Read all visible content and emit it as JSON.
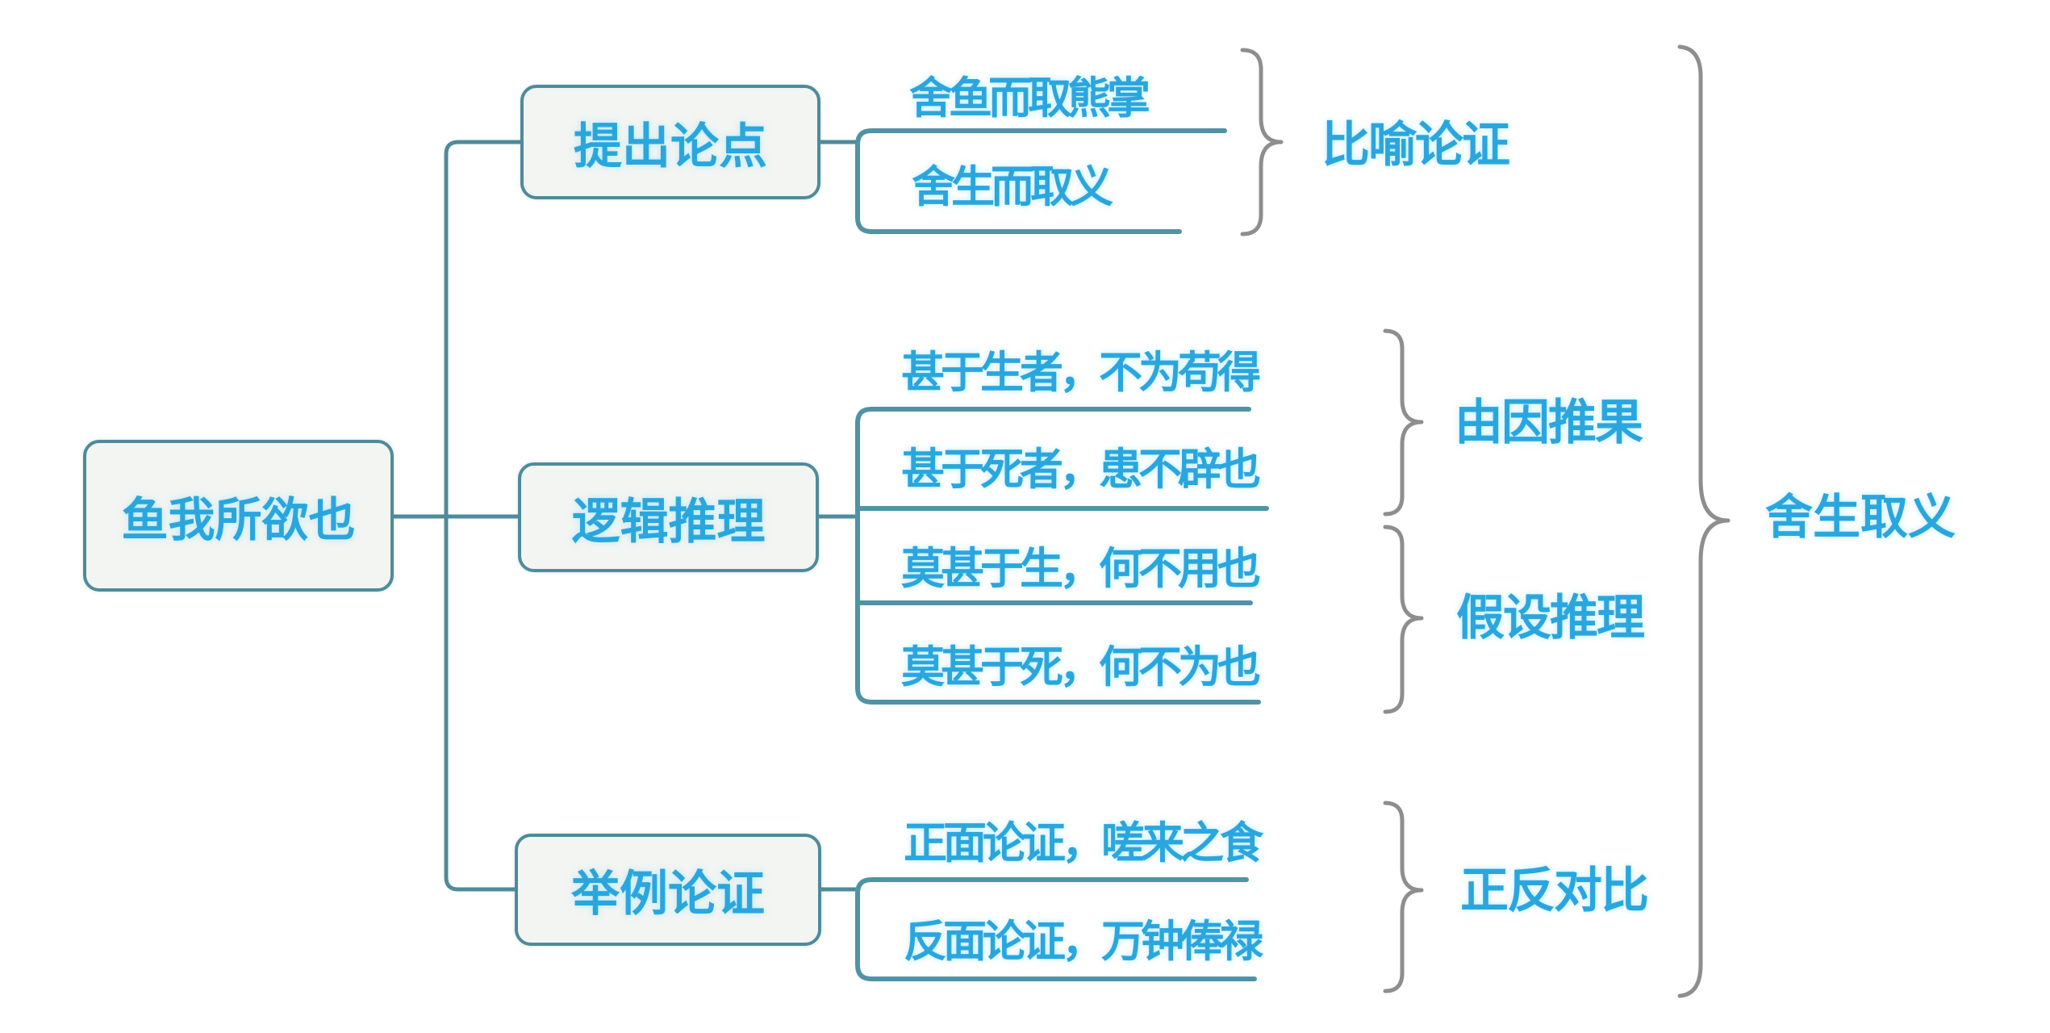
{
  "diagram": {
    "title": "鱼我所欲也",
    "root": {
      "label": "鱼我所欲也"
    },
    "branches": [
      {
        "label": "提出论点",
        "children": [
          {
            "label": "舍鱼而取熊掌"
          },
          {
            "label": "舍生而取义"
          }
        ],
        "groups": [
          {
            "label": "比喻论证"
          }
        ]
      },
      {
        "label": "逻辑推理",
        "children": [
          {
            "label": "甚于生者，不为苟得"
          },
          {
            "label": "甚于死者，患不辟也"
          },
          {
            "label": "莫甚于生，何不用也"
          },
          {
            "label": "莫甚于死，何不为也"
          }
        ],
        "groups": [
          {
            "label": "由因推果"
          },
          {
            "label": "假设推理"
          }
        ]
      },
      {
        "label": "举例论证",
        "children": [
          {
            "label": "正面论证，嗟来之食"
          },
          {
            "label": "反面论证，万钟俸禄"
          }
        ],
        "groups": [
          {
            "label": "正反对比"
          }
        ]
      }
    ],
    "conclusion": {
      "label": "舍生取义"
    },
    "colors": {
      "text": "#2aa6df",
      "line": "#4e8b9b",
      "brace": "#8e8e8e",
      "node_background": "#f2f5f2",
      "background": "#ffffff"
    }
  }
}
